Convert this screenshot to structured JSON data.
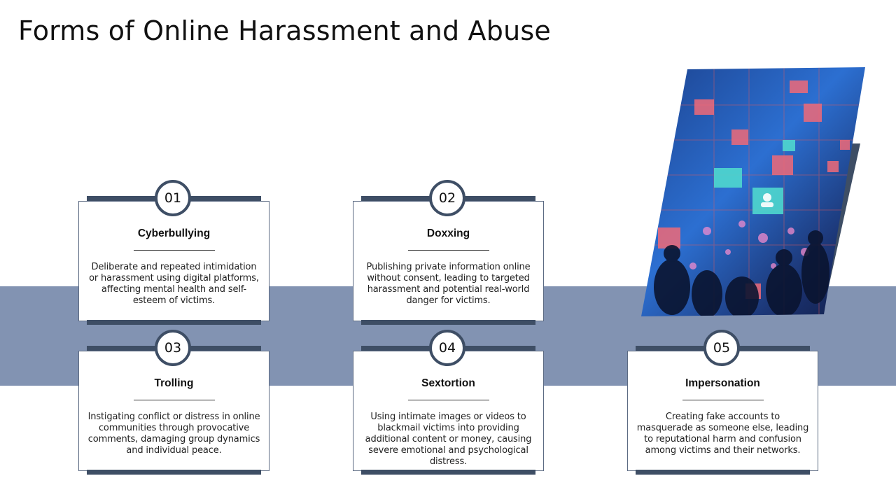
{
  "slide": {
    "title": "Forms of Online Harassment and Abuse"
  },
  "colors": {
    "band": "#8293b2",
    "accent_dark": "#3e4e65",
    "text": "#111111"
  },
  "cards": [
    {
      "number": "01",
      "title": "Cyberbullying",
      "description": "Deliberate and repeated intimidation or harassment using digital platforms, affecting mental health and self-esteem of victims."
    },
    {
      "number": "02",
      "title": "Doxxing",
      "description": "Publishing private information online without consent, leading to targeted harassment and potential real-world danger for victims."
    },
    {
      "number": "03",
      "title": "Trolling",
      "description": "Instigating conflict or distress in online communities through provocative comments, damaging group dynamics and individual peace."
    },
    {
      "number": "04",
      "title": "Sextortion",
      "description": "Using intimate images or videos to blackmail victims into providing additional content or money, causing severe emotional and psychological distress."
    },
    {
      "number": "05",
      "title": "Impersonation",
      "description": "Creating fake accounts to masquerade as someone else, leading to reputational harm and confusion among victims and their networks."
    }
  ],
  "hero_image": {
    "icons": [
      "user-icon",
      "lock-icon",
      "heart-icon",
      "chat-icon",
      "mail-icon"
    ]
  }
}
